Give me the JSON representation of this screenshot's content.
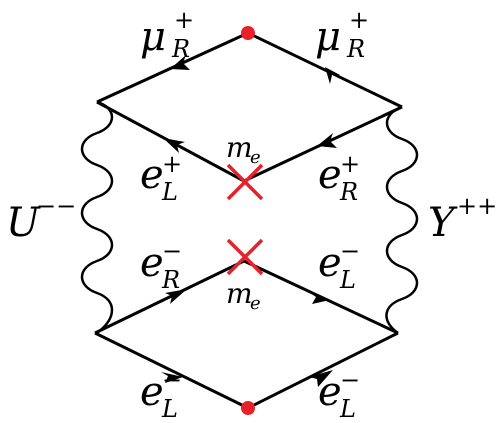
{
  "diagram": {
    "labels": {
      "mu_top_left": {
        "base": "μ",
        "sup": "+",
        "sub": "R"
      },
      "mu_top_right": {
        "base": "μ",
        "sup": "+",
        "sub": "R"
      },
      "e_upper_left": {
        "base": "e",
        "sup": "+",
        "sub": "L"
      },
      "e_upper_right": {
        "base": "e",
        "sup": "+",
        "sub": "R"
      },
      "e_lower_left": {
        "base": "e",
        "sup": "−",
        "sub": "R"
      },
      "e_lower_right": {
        "base": "e",
        "sup": "−",
        "sub": "L"
      },
      "e_bottom_left": {
        "base": "e",
        "sup": "−",
        "sub": "L"
      },
      "e_bottom_right": {
        "base": "e",
        "sup": "−",
        "sub": "L"
      },
      "boson_left": {
        "base": "U",
        "sup": "−−"
      },
      "boson_right": {
        "base": "Y",
        "sup": "++"
      },
      "mass_upper": {
        "base": "m",
        "sub": "e"
      },
      "mass_lower": {
        "base": "m",
        "sub": "e"
      }
    },
    "colors": {
      "line": "#000000",
      "vertex_dot": "#e8202a",
      "mass_insertion": "#e8202a"
    },
    "icons": {
      "vertex_dot": "filled-circle",
      "mass_insertion": "cross-x"
    }
  }
}
